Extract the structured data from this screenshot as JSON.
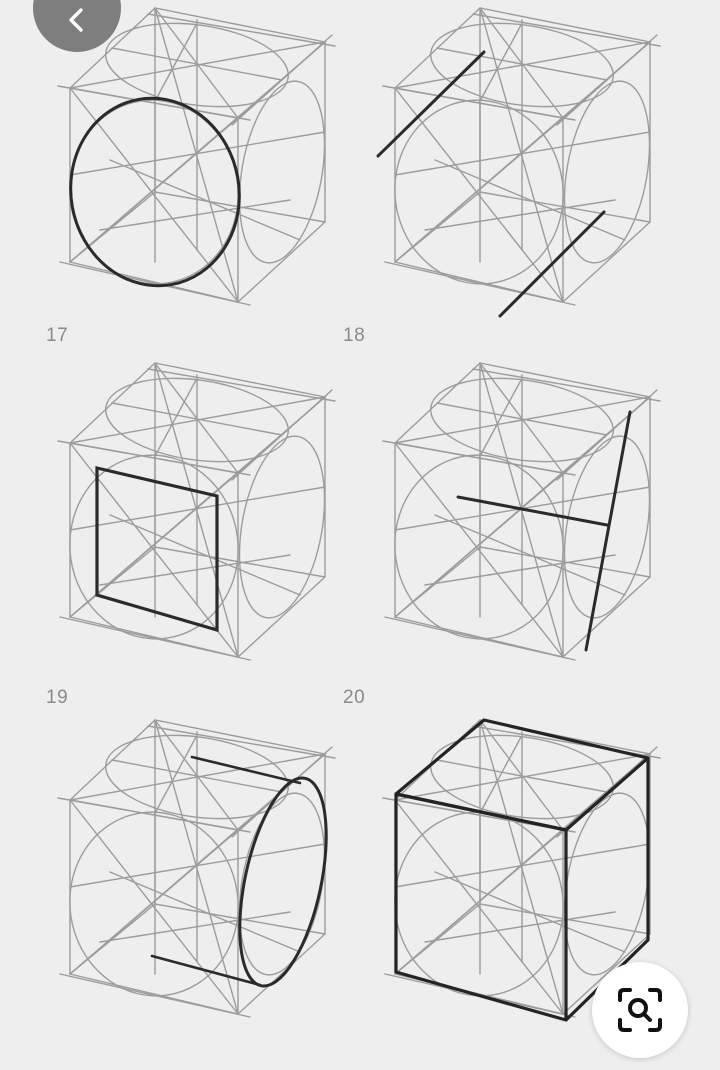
{
  "figures": [
    {
      "label": "17"
    },
    {
      "label": "18"
    },
    {
      "label": "19"
    },
    {
      "label": "20"
    }
  ],
  "controls": {
    "back_icon": "chevron-left-icon",
    "lens_icon": "visual-search-icon"
  },
  "colors": {
    "background": "#eeeeee",
    "construction_line": "#9a9a9a",
    "emphasis_line": "#2a2a2a",
    "back_button": "#6e6e6e",
    "lens_button": "#ffffff"
  }
}
